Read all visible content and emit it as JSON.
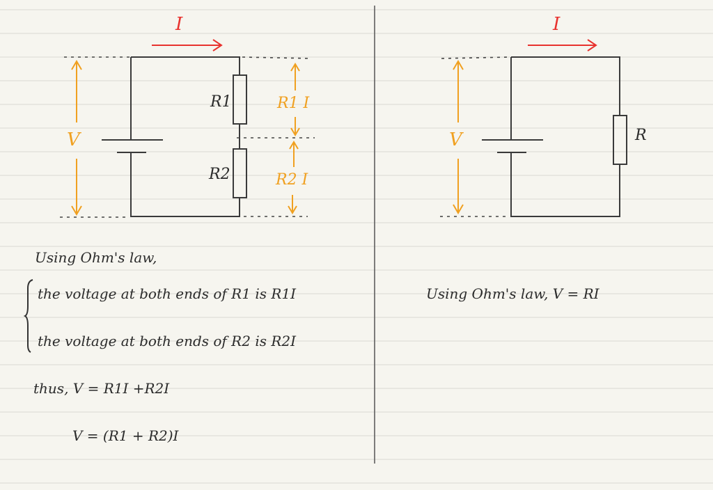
{
  "left_circuit": {
    "current_label": "I",
    "voltage_label": "V",
    "r1_label": "R1",
    "r2_label": "R2",
    "r1_drop_label": "R1 I",
    "r2_drop_label": "R2 I"
  },
  "right_circuit": {
    "current_label": "I",
    "voltage_label": "V",
    "r_label": "R"
  },
  "left_text": {
    "line1": "Using Ohm's law,",
    "line2": "the voltage at both ends of R1 is R1I",
    "line3": "the voltage at both ends of R2 is R2I",
    "line4": "thus, V = R1I +R2I",
    "line5": "V = (R1 + R2)I"
  },
  "right_text": {
    "line1": "Using Ohm's law,  V = RI"
  },
  "colors": {
    "current": "#e8322e",
    "voltage": "#f0a020",
    "ink": "#3a3a3a",
    "ruling": "#d8d8d2"
  }
}
